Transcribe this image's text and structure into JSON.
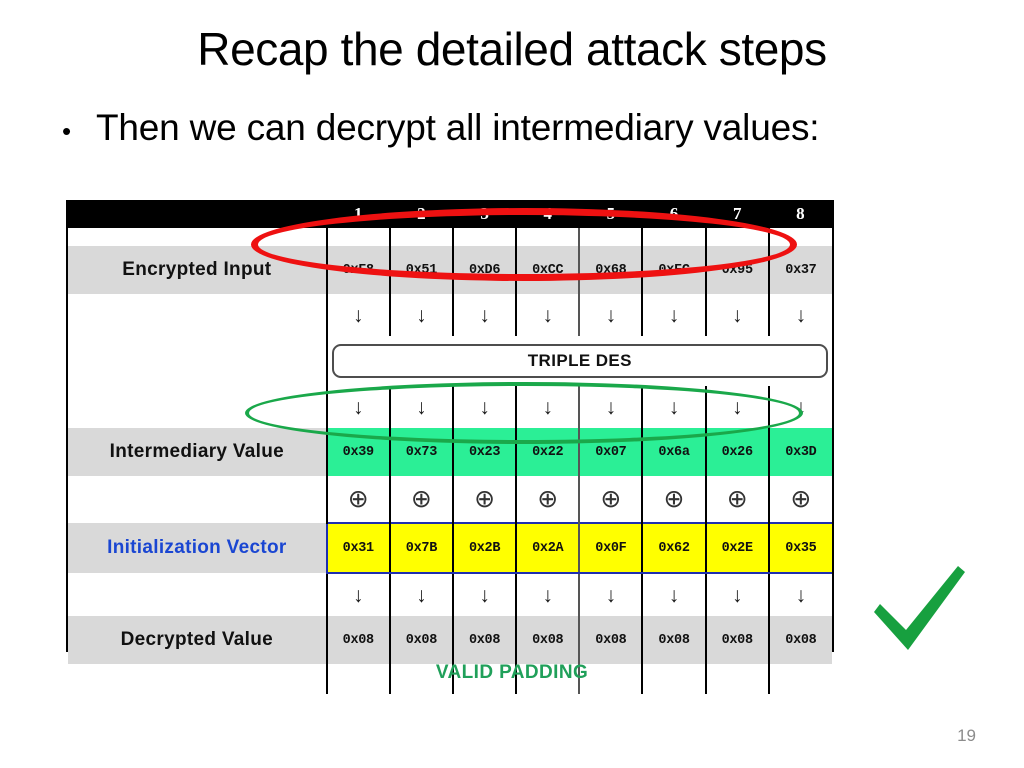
{
  "slide": {
    "title": "Recap the detailed attack steps",
    "bullets": [
      {
        "marker": "•",
        "text": "Then we can decrypt all intermediary values:"
      }
    ],
    "page_number": "19"
  },
  "figure": {
    "caption": "VALID PADDING",
    "caption_color": "#20a05a",
    "cipher_box_label": "TRIPLE DES",
    "arrow_glyph": "↓",
    "xor_glyph": "⊕",
    "check_mark": "check-mark-icon",
    "column_headers": [
      "1",
      "2",
      "3",
      "4",
      "5",
      "6",
      "7",
      "8"
    ],
    "rows": [
      {
        "id": "encrypted-input",
        "label": "Encrypted Input",
        "label_color": "#111111",
        "cell_bg": "#d9d9d9",
        "values": [
          "0xF8",
          "0x51",
          "0xD6",
          "0xCC",
          "0x68",
          "0xFC",
          "0x95",
          "0x37"
        ]
      },
      {
        "id": "intermediary-value",
        "label": "Intermediary Value",
        "label_color": "#111111",
        "cell_bg": "#2bef96",
        "values": [
          "0x39",
          "0x73",
          "0x23",
          "0x22",
          "0x07",
          "0x6a",
          "0x26",
          "0x3D"
        ]
      },
      {
        "id": "initialization-vector",
        "label": "Initialization Vector",
        "label_color": "#1a46d2",
        "cell_bg": "#ffff00",
        "values": [
          "0x31",
          "0x7B",
          "0x2B",
          "0x2A",
          "0x0F",
          "0x62",
          "0x2E",
          "0x35"
        ]
      },
      {
        "id": "decrypted-value",
        "label": "Decrypted Value",
        "label_color": "#111111",
        "cell_bg": "#d9d9d9",
        "values": [
          "0x08",
          "0x08",
          "0x08",
          "0x08",
          "0x08",
          "0x08",
          "0x08",
          "0x08"
        ]
      }
    ],
    "annotations": [
      {
        "id": "red-ellipse",
        "target": "intermediary-value",
        "color": "#ee1111"
      },
      {
        "id": "green-ellipse",
        "target": "decrypted-value",
        "color": "#1aa84a"
      }
    ]
  }
}
